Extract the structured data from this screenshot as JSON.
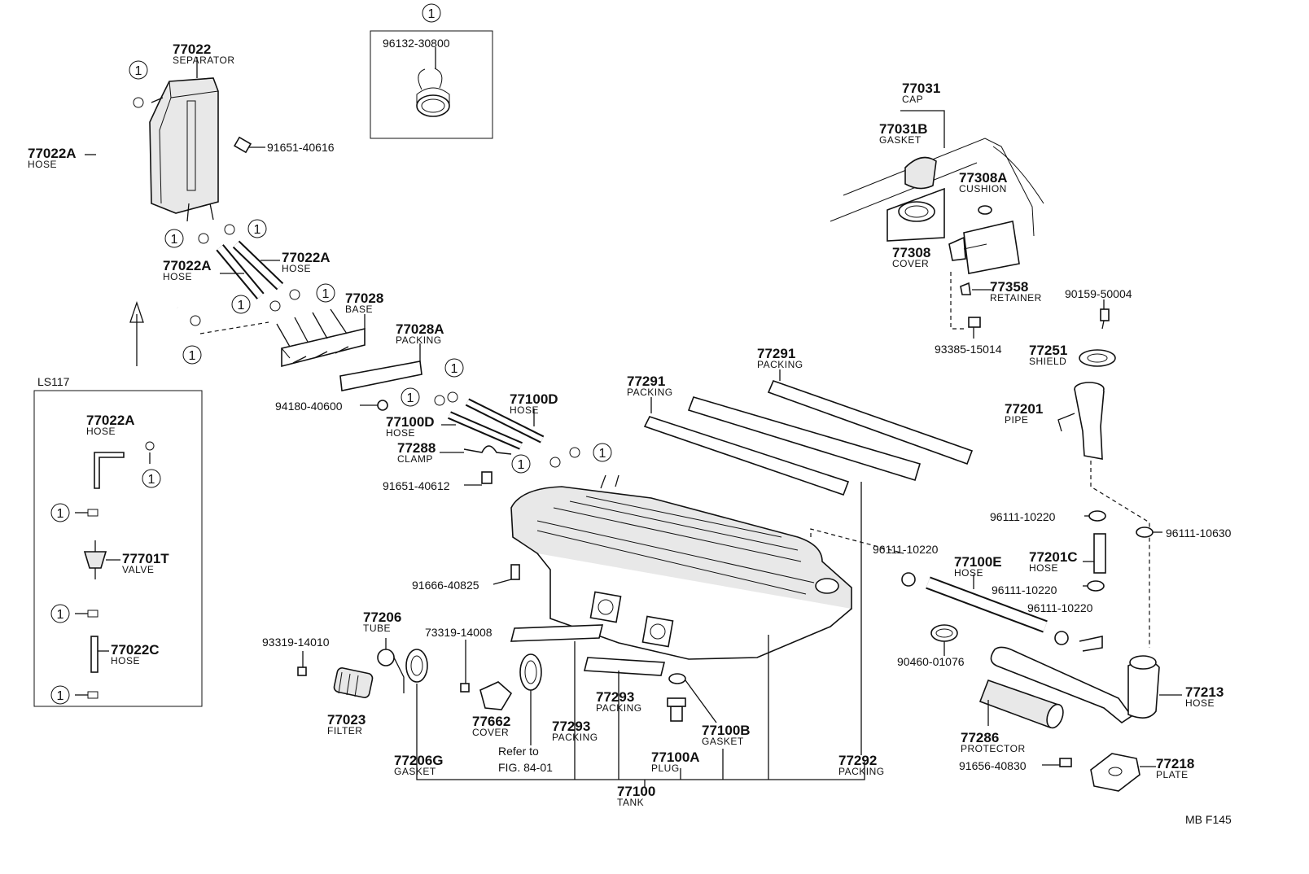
{
  "footer_code": "MB  F145",
  "circle_ref": "1",
  "refer_note": [
    "Refer to",
    "FIG. 84-01"
  ],
  "inset_label": "LS117",
  "callouts": [
    {
      "id": "c77022",
      "pn": "77022",
      "name": "SEPARATOR"
    },
    {
      "id": "c77022A1",
      "pn": "77022A",
      "name": "HOSE"
    },
    {
      "id": "c91651_40616",
      "pn": "91651-40616",
      "name": ""
    },
    {
      "id": "c77022A2",
      "pn": "77022A",
      "name": "HOSE"
    },
    {
      "id": "c77022A3",
      "pn": "77022A",
      "name": "HOSE"
    },
    {
      "id": "c77028",
      "pn": "77028",
      "name": "BASE"
    },
    {
      "id": "c77028A",
      "pn": "77028A",
      "name": "PACKING"
    },
    {
      "id": "c94180",
      "pn": "94180-40600",
      "name": ""
    },
    {
      "id": "c96132",
      "pn": "96132-30800",
      "name": ""
    },
    {
      "id": "c77100D1",
      "pn": "77100D",
      "name": "HOSE"
    },
    {
      "id": "c77100D2",
      "pn": "77100D",
      "name": "HOSE"
    },
    {
      "id": "c77288",
      "pn": "77288",
      "name": "CLAMP"
    },
    {
      "id": "c91651_40612",
      "pn": "91651-40612",
      "name": ""
    },
    {
      "id": "c77291a",
      "pn": "77291",
      "name": "PACKING"
    },
    {
      "id": "c77291b",
      "pn": "77291",
      "name": "PACKING"
    },
    {
      "id": "c91666",
      "pn": "91666-40825",
      "name": ""
    },
    {
      "id": "c93319",
      "pn": "93319-14010",
      "name": ""
    },
    {
      "id": "c77206",
      "pn": "77206",
      "name": "TUBE"
    },
    {
      "id": "c73319",
      "pn": "73319-14008",
      "name": ""
    },
    {
      "id": "c77023",
      "pn": "77023",
      "name": "FILTER"
    },
    {
      "id": "c77662",
      "pn": "77662",
      "name": "COVER"
    },
    {
      "id": "c77206G",
      "pn": "77206G",
      "name": "GASKET"
    },
    {
      "id": "c77293a",
      "pn": "77293",
      "name": "PACKING"
    },
    {
      "id": "c77293b",
      "pn": "77293",
      "name": "PACKING"
    },
    {
      "id": "c77100A",
      "pn": "77100A",
      "name": "PLUG"
    },
    {
      "id": "c77100B",
      "pn": "77100B",
      "name": "GASKET"
    },
    {
      "id": "c77100",
      "pn": "77100",
      "name": "TANK"
    },
    {
      "id": "c77292",
      "pn": "77292",
      "name": "PACKING"
    },
    {
      "id": "c77031",
      "pn": "77031",
      "name": "CAP"
    },
    {
      "id": "c77031B",
      "pn": "77031B",
      "name": "GASKET"
    },
    {
      "id": "c77308A",
      "pn": "77308A",
      "name": "CUSHION"
    },
    {
      "id": "c77308",
      "pn": "77308",
      "name": "COVER"
    },
    {
      "id": "c77358",
      "pn": "77358",
      "name": "RETAINER"
    },
    {
      "id": "c90159",
      "pn": "90159-50004",
      "name": ""
    },
    {
      "id": "c93385",
      "pn": "93385-15014",
      "name": ""
    },
    {
      "id": "c77251",
      "pn": "77251",
      "name": "SHIELD"
    },
    {
      "id": "c77201",
      "pn": "77201",
      "name": "PIPE"
    },
    {
      "id": "c96111a",
      "pn": "96111-10220",
      "name": ""
    },
    {
      "id": "c96111_10630",
      "pn": "96111-10630",
      "name": ""
    },
    {
      "id": "c96111b",
      "pn": "96111-10220",
      "name": ""
    },
    {
      "id": "c77100E",
      "pn": "77100E",
      "name": "HOSE"
    },
    {
      "id": "c77201C",
      "pn": "77201C",
      "name": "HOSE"
    },
    {
      "id": "c96111c",
      "pn": "96111-10220",
      "name": ""
    },
    {
      "id": "c96111d",
      "pn": "96111-10220",
      "name": ""
    },
    {
      "id": "c90460",
      "pn": "90460-01076",
      "name": ""
    },
    {
      "id": "c77213",
      "pn": "77213",
      "name": "HOSE"
    },
    {
      "id": "c77286",
      "pn": "77286",
      "name": "PROTECTOR"
    },
    {
      "id": "c91656",
      "pn": "91656-40830",
      "name": ""
    },
    {
      "id": "c77218",
      "pn": "77218",
      "name": "PLATE"
    },
    {
      "id": "cL77022A",
      "pn": "77022A",
      "name": "HOSE"
    },
    {
      "id": "cL77701T",
      "pn": "77701T",
      "name": "VALVE"
    },
    {
      "id": "cL77022C",
      "pn": "77022C",
      "name": "HOSE"
    }
  ]
}
